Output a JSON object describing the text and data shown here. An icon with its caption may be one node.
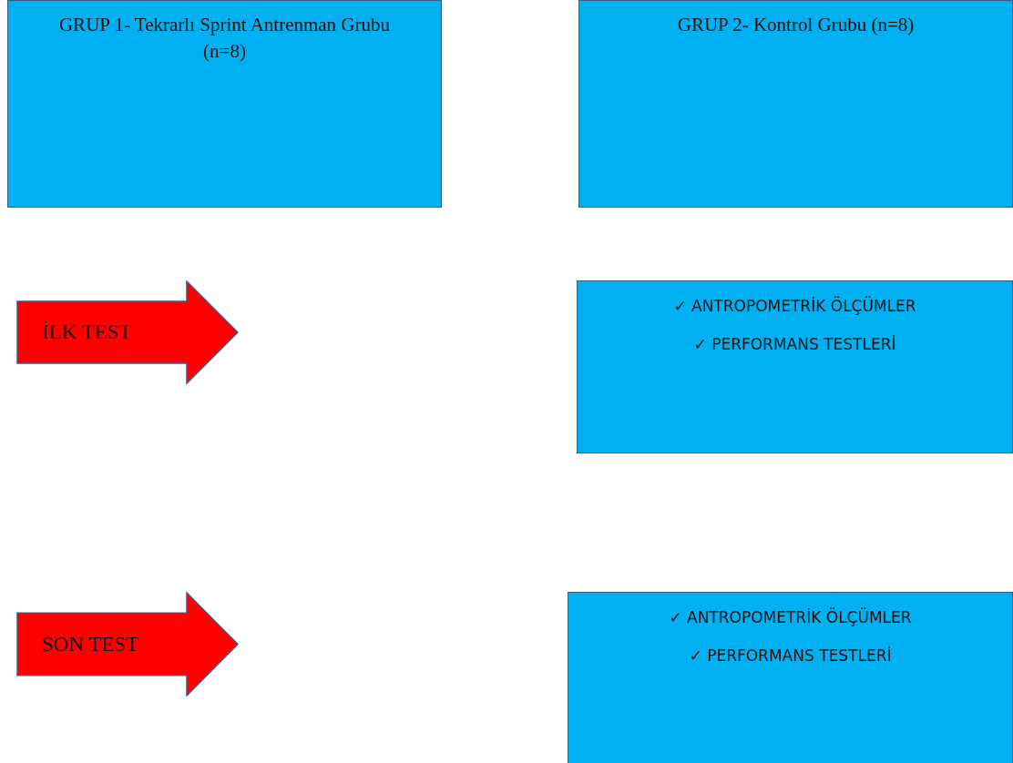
{
  "diagram": {
    "nodes": [
      {
        "text": [
          "GRUP 1- Tekrarlı Sprint Antrenman Grubu (n=8)"
        ]
      },
      {
        "text": [
          "GRUP 2- Kontrol Grubu (n=8)"
        ]
      },
      {
        "text": [
          "İLK TEST"
        ]
      },
      {
        "text": [
          "✓ ANTROPOMETRİK ÖLÇÜMLER",
          "✓ PERFORMANS TESTLERİ"
        ]
      },
      {
        "text": [
          "SON TEST"
        ]
      },
      {
        "text": [
          "✓ ANTROPOMETRİK ÖLÇÜMLER",
          "✓ PERFORMANS TESTLERİ"
        ]
      }
    ]
  }
}
